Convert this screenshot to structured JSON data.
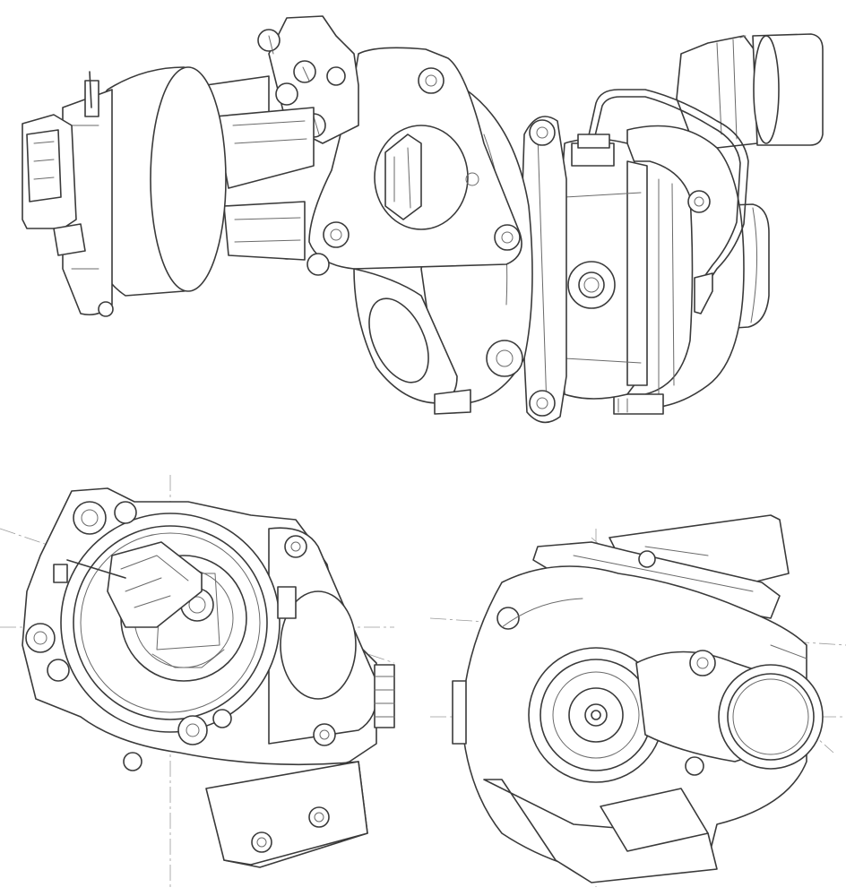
{
  "colors": {
    "background": "#ffffff",
    "line": "#3a3a3a",
    "thin_line": "#6a6a6a",
    "centerline": "#9a9a9a"
  },
  "views": [
    {
      "id": "side-view",
      "icon": "turbocharger-side-view-drawing"
    },
    {
      "id": "turbine-end-view",
      "icon": "turbocharger-actuator-end-view-drawing"
    },
    {
      "id": "compressor-end-view",
      "icon": "turbocharger-compressor-end-view-drawing"
    }
  ]
}
